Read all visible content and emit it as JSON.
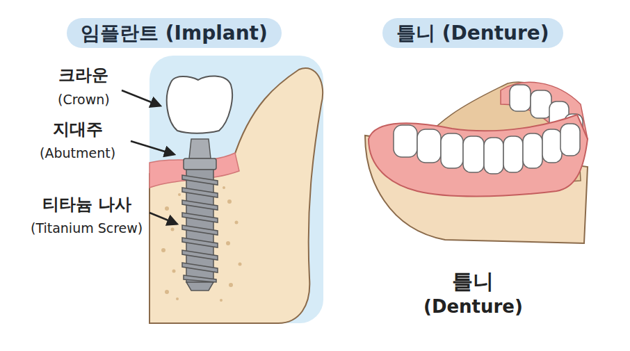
{
  "diagram": {
    "nodes": [
      {
        "text": [
          "임플란트 (Implant)"
        ]
      },
      {
        "text": [
          "틀니 (Denture)"
        ]
      }
    ],
    "labels": [
      "크라운",
      "(Crown)",
      "지대주",
      "(Abutment)",
      "티타늄 나사",
      "(Titanium Screw)",
      "틀니",
      "(Denture)"
    ]
  }
}
